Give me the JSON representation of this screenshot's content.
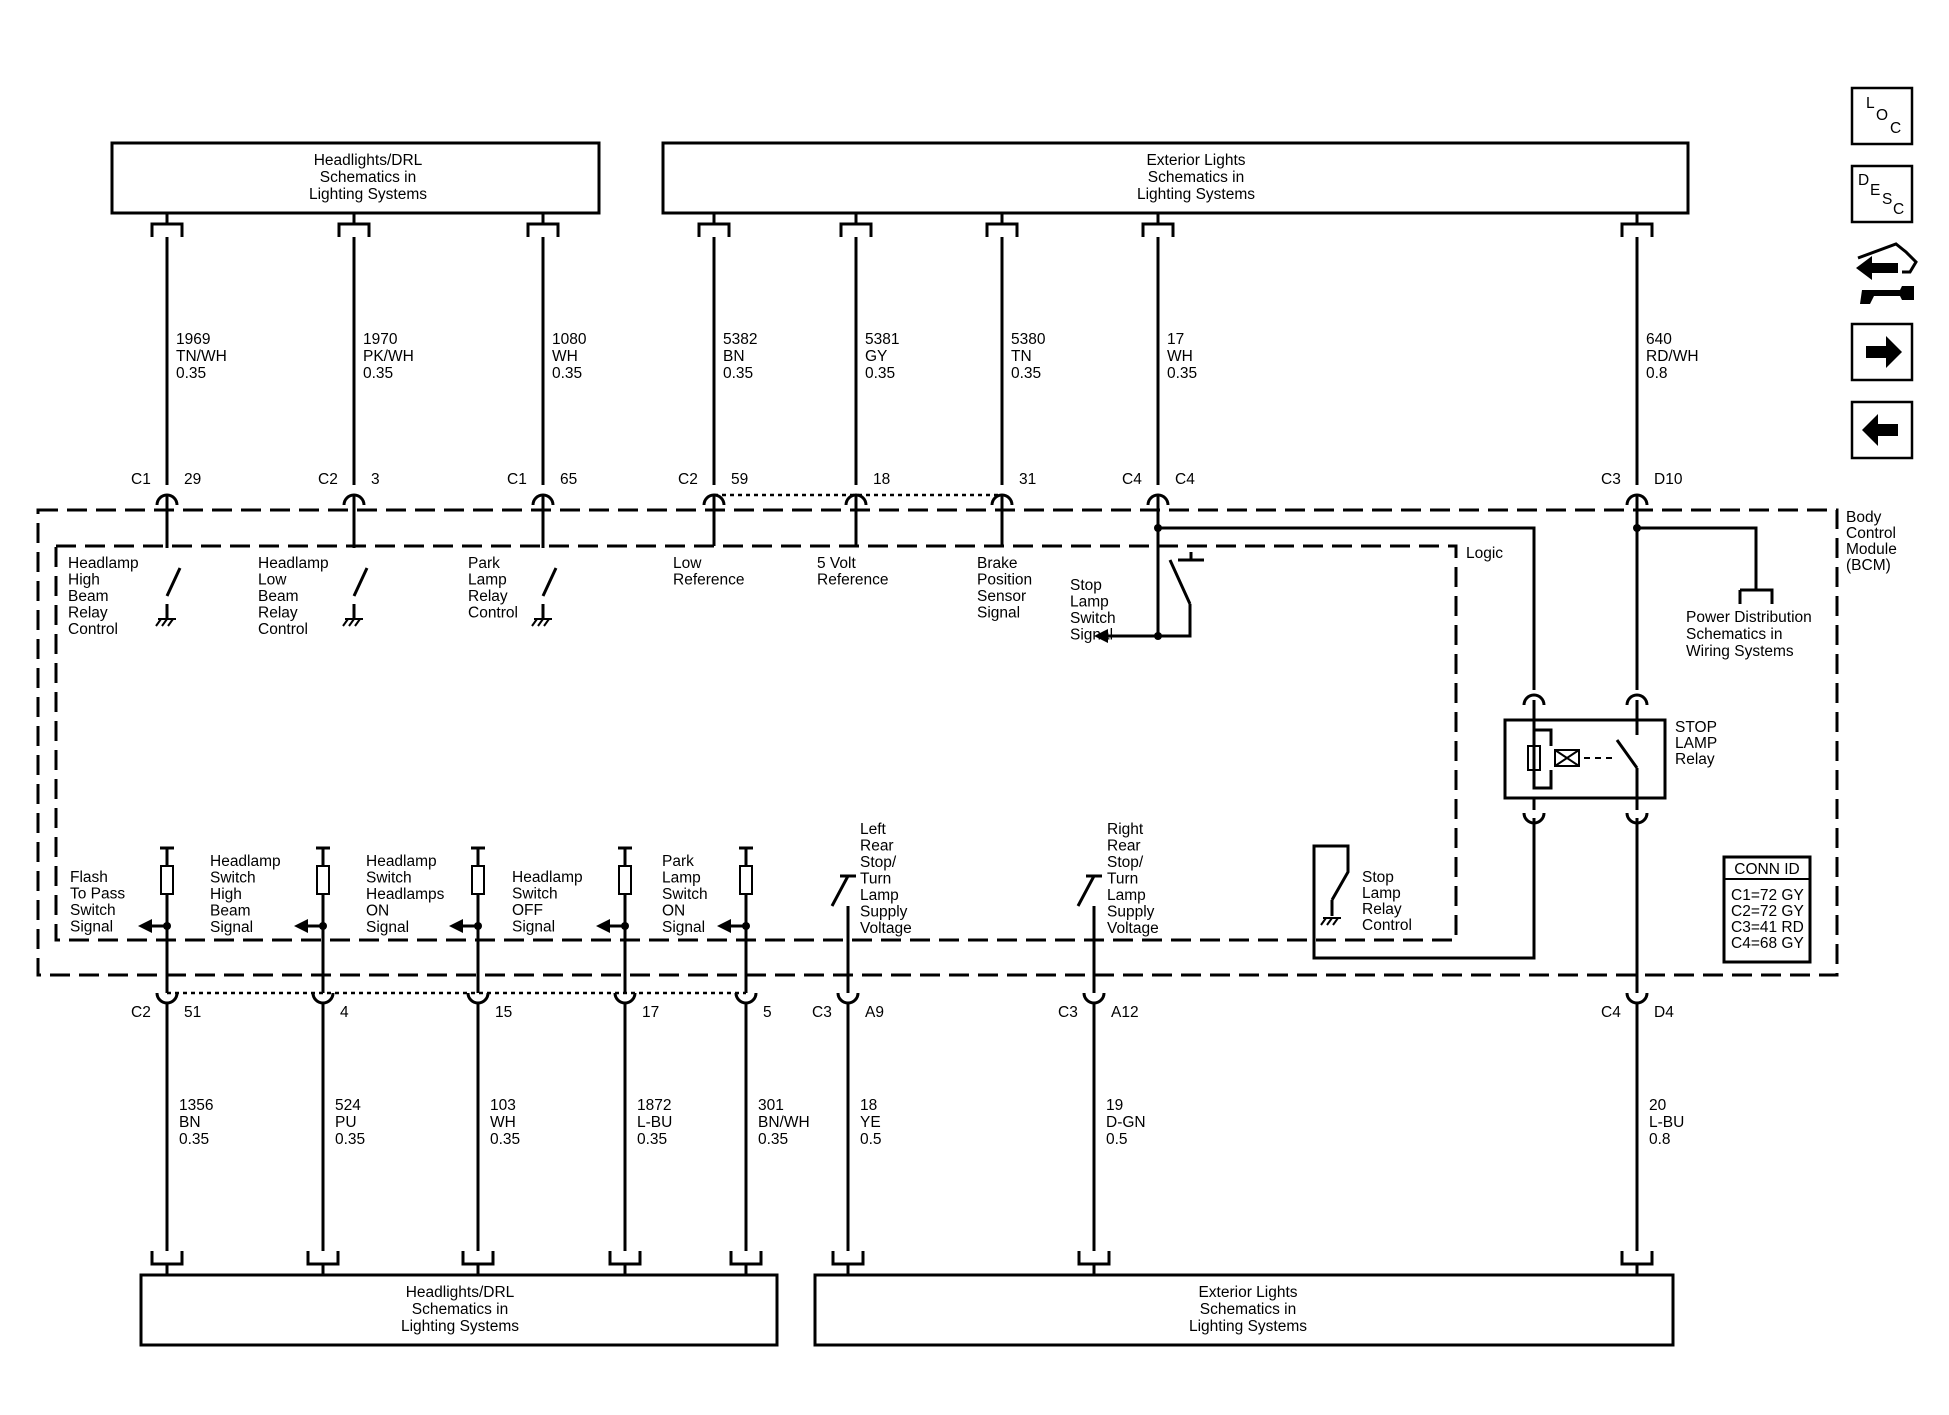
{
  "top_boxes": [
    {
      "lines": [
        "Headlights/DRL",
        "Schematics in",
        "Lighting Systems"
      ]
    },
    {
      "lines": [
        "Exterior Lights",
        "Schematics in",
        "Lighting Systems"
      ]
    }
  ],
  "bottom_boxes": [
    {
      "lines": [
        "Headlights/DRL",
        "Schematics in",
        "Lighting Systems"
      ]
    },
    {
      "lines": [
        "Exterior Lights",
        "Schematics in",
        "Lighting Systems"
      ]
    }
  ],
  "top_circuits": [
    {
      "circuit": "1969",
      "color": "TN/WH",
      "gauge": "0.35",
      "conn": "C1",
      "pin": "29",
      "function": [
        "Headlamp",
        "High",
        "Beam",
        "Relay",
        "Control"
      ]
    },
    {
      "circuit": "1970",
      "color": "PK/WH",
      "gauge": "0.35",
      "conn": "C2",
      "pin": "3",
      "function": [
        "Headlamp",
        "Low",
        "Beam",
        "Relay",
        "Control"
      ]
    },
    {
      "circuit": "1080",
      "color": "WH",
      "gauge": "0.35",
      "conn": "C1",
      "pin": "65",
      "function": [
        "Park",
        "Lamp",
        "Relay",
        "Control"
      ]
    },
    {
      "circuit": "5382",
      "color": "BN",
      "gauge": "0.35",
      "conn": "C2",
      "pin": "59",
      "function": [
        "Low",
        "Reference"
      ]
    },
    {
      "circuit": "5381",
      "color": "GY",
      "gauge": "0.35",
      "conn": "",
      "pin": "18",
      "function": [
        "5 Volt",
        "Reference"
      ]
    },
    {
      "circuit": "5380",
      "color": "TN",
      "gauge": "0.35",
      "conn": "",
      "pin": "31",
      "function": [
        "Brake",
        "Position",
        "Sensor",
        "Signal"
      ]
    },
    {
      "circuit": "17",
      "color": "WH",
      "gauge": "0.35",
      "conn": "C4",
      "pin": "C4",
      "function": [
        "Stop",
        "Lamp",
        "Switch",
        "Signal"
      ]
    },
    {
      "circuit": "640",
      "color": "RD/WH",
      "gauge": "0.8",
      "conn": "C3",
      "pin": "D10",
      "function": []
    }
  ],
  "bottom_circuits": [
    {
      "circuit": "1356",
      "color": "BN",
      "gauge": "0.35",
      "conn": "C2",
      "pin": "51",
      "function": [
        "Flash",
        "To Pass",
        "Switch",
        "Signal"
      ]
    },
    {
      "circuit": "524",
      "color": "PU",
      "gauge": "0.35",
      "conn": "",
      "pin": "4",
      "function": [
        "Headlamp",
        "Switch",
        "High",
        "Beam",
        "Signal"
      ]
    },
    {
      "circuit": "103",
      "color": "WH",
      "gauge": "0.35",
      "conn": "",
      "pin": "15",
      "function": [
        "Headlamp",
        "Switch",
        "Headlamps",
        "ON",
        "Signal"
      ]
    },
    {
      "circuit": "1872",
      "color": "L-BU",
      "gauge": "0.35",
      "conn": "",
      "pin": "17",
      "function": [
        "Headlamp",
        "Switch",
        "OFF",
        "Signal"
      ]
    },
    {
      "circuit": "301",
      "color": "BN/WH",
      "gauge": "0.35",
      "conn": "",
      "pin": "5",
      "function": [
        "Park",
        "Lamp",
        "Switch",
        "ON",
        "Signal"
      ]
    },
    {
      "circuit": "18",
      "color": "YE",
      "gauge": "0.5",
      "conn": "C3",
      "pin": "A9",
      "function": [
        "Left",
        "Rear",
        "Stop/",
        "Turn",
        "Lamp",
        "Supply",
        "Voltage"
      ]
    },
    {
      "circuit": "19",
      "color": "D-GN",
      "gauge": "0.5",
      "conn": "C3",
      "pin": "A12",
      "function": [
        "Right",
        "Rear",
        "Stop/",
        "Turn",
        "Lamp",
        "Supply",
        "Voltage"
      ]
    },
    {
      "circuit": "20",
      "color": "L-BU",
      "gauge": "0.8",
      "conn": "C4",
      "pin": "D4",
      "function": []
    }
  ],
  "module": {
    "lines": [
      "Body",
      "Control",
      "Module",
      "(BCM)"
    ],
    "logic_label": "Logic"
  },
  "relay": {
    "lines": [
      "STOP",
      "LAMP",
      "Relay"
    ]
  },
  "relay_control": {
    "lines": [
      "Stop",
      "Lamp",
      "Relay",
      "Control"
    ]
  },
  "power_distribution": {
    "lines": [
      "Power Distribution",
      "Schematics in",
      "Wiring Systems"
    ]
  },
  "conn_id": {
    "title": "CONN ID",
    "rows": [
      "C1=72 GY",
      "C2=72 GY",
      "C3=41 RD",
      "C4=68 GY"
    ]
  },
  "nav": {
    "loc": [
      "L",
      "O",
      "C"
    ],
    "desc": [
      "D",
      "E",
      "S",
      "C"
    ],
    "icons": [
      "repair-icon",
      "arrow-right-icon",
      "arrow-left-icon"
    ]
  }
}
